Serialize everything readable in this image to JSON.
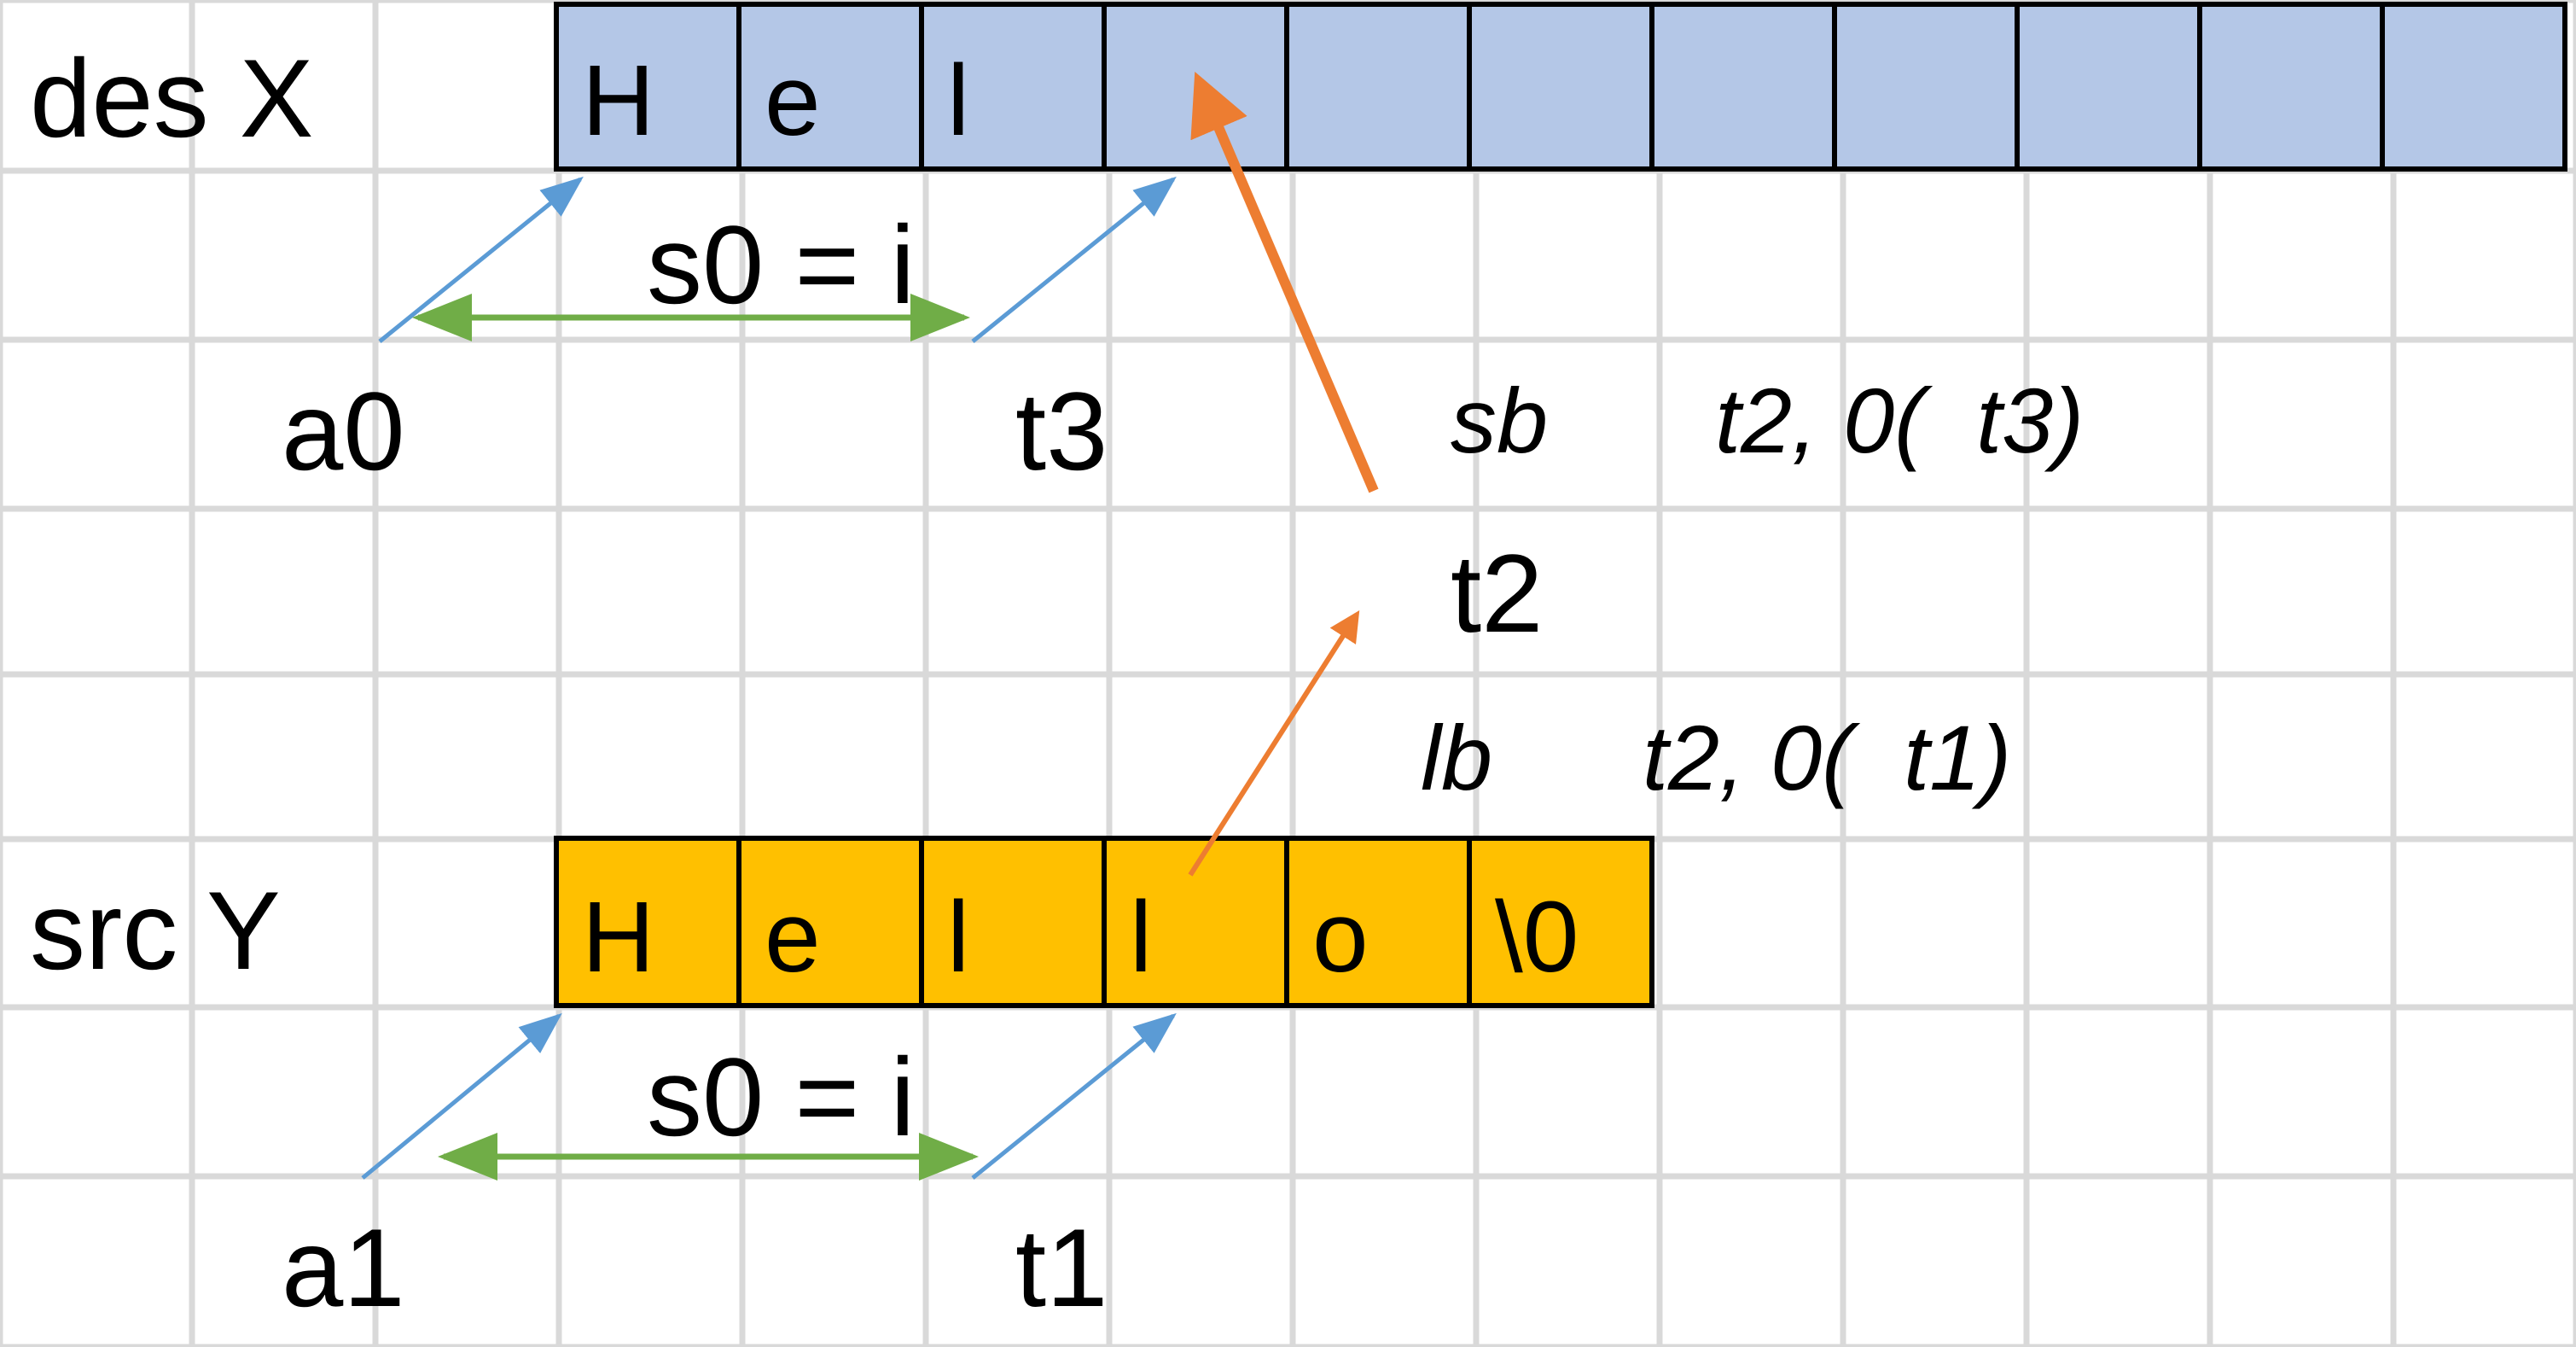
{
  "colors": {
    "grid": "#d9d9d9",
    "des_fill": "#b4c7e7",
    "src_fill": "#ffc000",
    "blue_arrow": "#5b9bd5",
    "green_arrow": "#70ad47",
    "orange_arrow": "#ed7d31"
  },
  "des": {
    "label": "des X",
    "cells": [
      "H",
      "e",
      "l",
      "",
      "",
      "",
      "",
      "",
      "",
      "",
      ""
    ]
  },
  "src": {
    "label": "src Y",
    "cells": [
      "H",
      "e",
      "l",
      "l",
      "o",
      "\\0"
    ]
  },
  "labels": {
    "s0_top": "s0 = i",
    "a0": "a0",
    "t3": "t3",
    "sb": "sb",
    "sb_args": "t2, 0(  t3)",
    "t2": "t2",
    "lb": "lb",
    "lb_args": "t2, 0(  t1)",
    "s0_bottom": "s0 = i",
    "a1": "a1",
    "t1": "t1"
  }
}
